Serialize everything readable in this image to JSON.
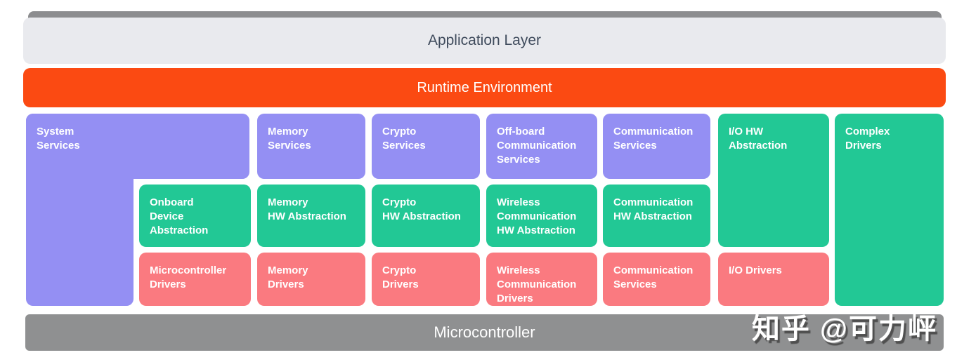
{
  "bars": {
    "application_layer": "Application Layer",
    "runtime_environment": "Runtime Environment",
    "microcontroller": "Microcontroller"
  },
  "colors": {
    "purple_services": "#948ff3",
    "green_abstraction": "#22c895",
    "red_drivers": "#fa7a80",
    "orange_runtime": "#fb4a12",
    "light_gray_app": "#e9eaee",
    "gray_bar": "#8f9091",
    "app_text": "#3f4b5c"
  },
  "blocks": [
    {
      "label": "System\nServices",
      "type": "purple"
    },
    {
      "label": "Memory\nServices",
      "type": "purple"
    },
    {
      "label": "Crypto\nServices",
      "type": "purple"
    },
    {
      "label": "Off-board\nCommunication\nServices",
      "type": "purple"
    },
    {
      "label": "Communication\nServices",
      "type": "purple"
    },
    {
      "label": "I/O HW\nAbstraction",
      "type": "green"
    },
    {
      "label": "Complex\nDrivers",
      "type": "green"
    },
    {
      "label": "Onboard\nDevice\nAbstraction",
      "type": "green"
    },
    {
      "label": "Memory\nHW Abstraction",
      "type": "green"
    },
    {
      "label": "Crypto\nHW Abstraction",
      "type": "green"
    },
    {
      "label": "Wireless\nCommunication\nHW Abstraction",
      "type": "green"
    },
    {
      "label": "Communication\nHW Abstraction",
      "type": "green"
    },
    {
      "label": "Microcontroller\nDrivers",
      "type": "red"
    },
    {
      "label": "Memory\nDrivers",
      "type": "red"
    },
    {
      "label": "Crypto\nDrivers",
      "type": "red"
    },
    {
      "label": "Wireless\nCommunication\nDrivers",
      "type": "red"
    },
    {
      "label": "Communication\nServices",
      "type": "red"
    },
    {
      "label": "I/O Drivers",
      "type": "red"
    }
  ],
  "watermark": "知乎 @可力岼"
}
